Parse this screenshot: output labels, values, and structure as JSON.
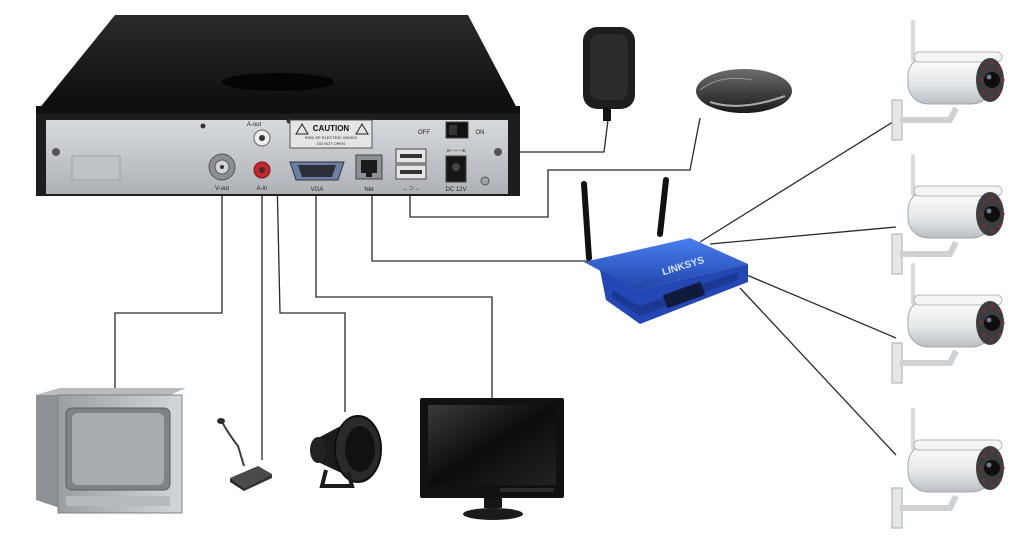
{
  "dvr": {
    "caution_title": "CAUTION",
    "caution_line1": "RISK OF ELECTRIC SHOCK",
    "caution_line2": "DO NOT OPEN",
    "switch_off": "OFF",
    "switch_on": "ON",
    "port_vout": "V-out",
    "port_aout": "A-out",
    "port_ain": "A-in",
    "port_vga": "VGA",
    "port_net": "Net",
    "port_usb": "←⊃→",
    "port_dc": "DC 12V",
    "dc_polarity": "⊖—○—⊕"
  },
  "router": {
    "brand": "LINKSYS"
  },
  "colors": {
    "dvr_body": "#1d1d1f",
    "dvr_panel": "#c5c8cc",
    "router_blue": "#2f5fd0",
    "camera_white": "#eceeef",
    "cable": "#2a2a2a",
    "rca_red": "#c8242b",
    "screen": "#151515"
  },
  "devices": [
    "power-adapter",
    "mouse",
    "router",
    "camera-1",
    "camera-2",
    "camera-3",
    "camera-4",
    "crt-monitor",
    "microphone",
    "speaker",
    "lcd-monitor"
  ]
}
